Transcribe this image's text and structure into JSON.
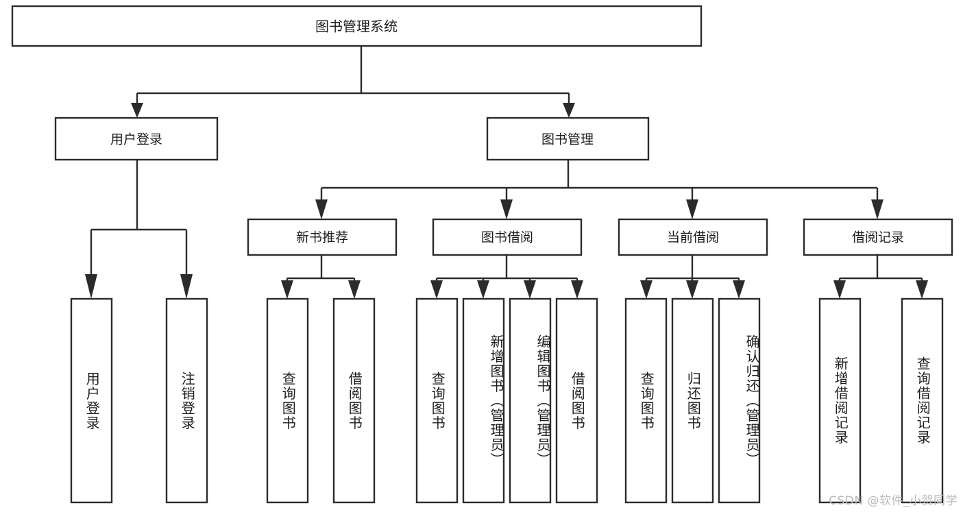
{
  "diagram": {
    "title": "图书管理系统",
    "type": "hierarchy-tree",
    "orientation": "top-down",
    "watermark": "CSDN @软件_小贺同学",
    "colors": {
      "stroke": "#2b2b2b",
      "fill": "#ffffff",
      "text": "#1d1d1d",
      "watermark": "#b9b9b9",
      "background": "#ffffff"
    },
    "root": {
      "id": "root",
      "label": "图书管理系统",
      "level": 0
    },
    "level2": [
      {
        "id": "user-login",
        "label": "用户登录",
        "level": 1
      },
      {
        "id": "book-manage",
        "label": "图书管理",
        "level": 1
      }
    ],
    "level3": [
      {
        "id": "new-book-recommend",
        "label": "新书推荐",
        "level": 2,
        "parent": "book-manage"
      },
      {
        "id": "book-borrow",
        "label": "图书借阅",
        "level": 2,
        "parent": "book-manage"
      },
      {
        "id": "current-borrow",
        "label": "当前借阅",
        "level": 2,
        "parent": "book-manage"
      },
      {
        "id": "borrow-record",
        "label": "借阅记录",
        "level": 2,
        "parent": "book-manage"
      }
    ],
    "leaves": [
      {
        "id": "leaf-user-login",
        "label": "用户登录",
        "parent": "user-login"
      },
      {
        "id": "leaf-logout",
        "label": "注销登录",
        "parent": "user-login"
      },
      {
        "id": "leaf-query-book-new",
        "label": "查询图书",
        "parent": "new-book-recommend"
      },
      {
        "id": "leaf-borrow-book-new",
        "label": "借阅图书",
        "parent": "new-book-recommend"
      },
      {
        "id": "leaf-query-book-b",
        "label": "查询图书",
        "parent": "book-borrow"
      },
      {
        "id": "leaf-add-book",
        "label": "新增图书（管理员）",
        "parent": "book-borrow"
      },
      {
        "id": "leaf-edit-book",
        "label": "编辑图书（管理员）",
        "parent": "book-borrow"
      },
      {
        "id": "leaf-borrow-book-b",
        "label": "借阅图书",
        "parent": "book-borrow"
      },
      {
        "id": "leaf-query-book-c",
        "label": "查询图书",
        "parent": "current-borrow"
      },
      {
        "id": "leaf-return-book",
        "label": "归还图书",
        "parent": "current-borrow"
      },
      {
        "id": "leaf-confirm-return",
        "label": "确认归还（管理员）",
        "parent": "current-borrow"
      },
      {
        "id": "leaf-add-record",
        "label": "新增借阅记录",
        "parent": "borrow-record"
      },
      {
        "id": "leaf-query-record",
        "label": "查询借阅记录",
        "parent": "borrow-record"
      }
    ]
  }
}
